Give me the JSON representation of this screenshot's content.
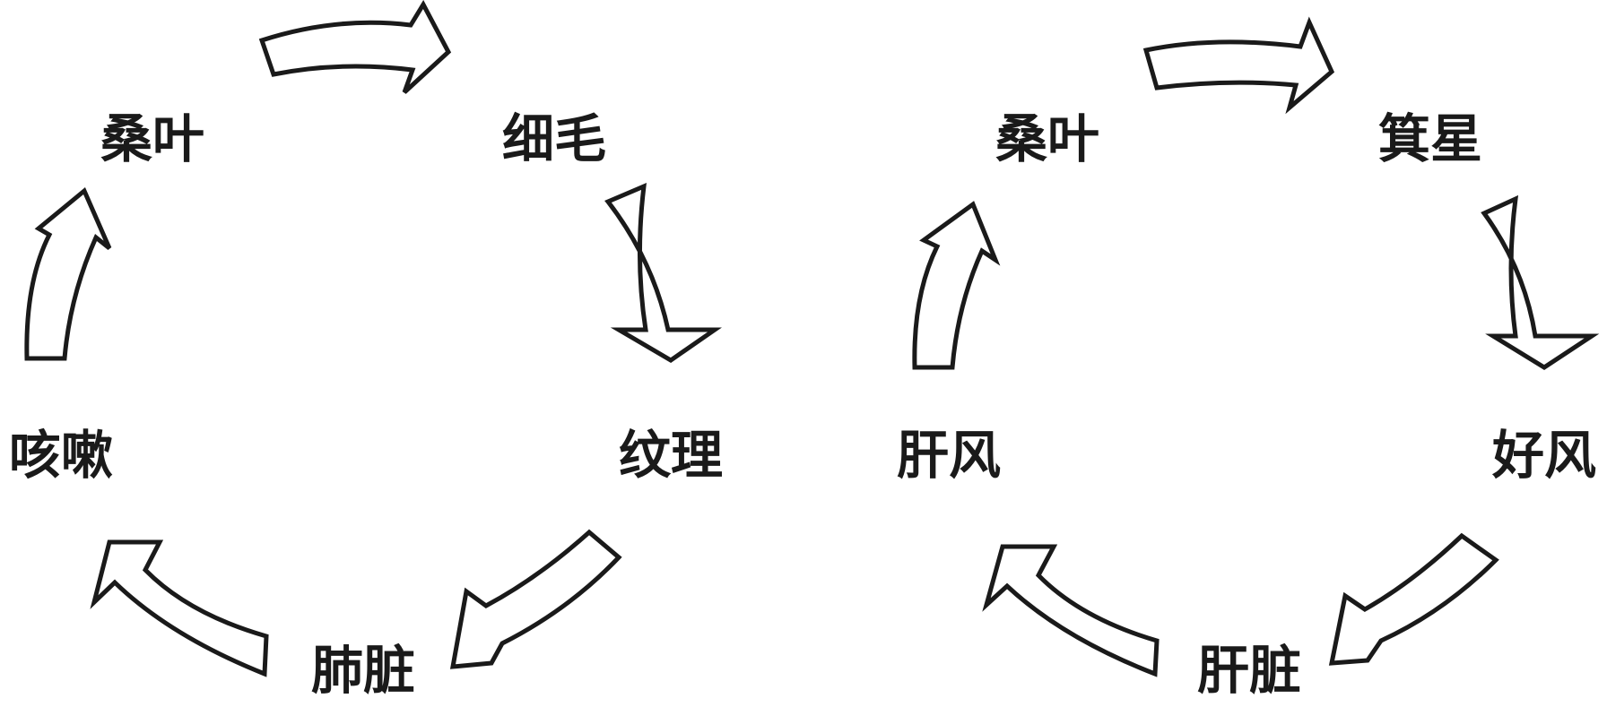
{
  "diagrams": [
    {
      "nodes": [
        "桑叶",
        "细毛",
        "纹理",
        "肺脏",
        "咳嗽"
      ]
    },
    {
      "nodes": [
        "桑叶",
        "箕星",
        "好风",
        "肝脏",
        "肝风"
      ]
    }
  ],
  "style": {
    "text_color": "#1a1a1a",
    "arrow_fill": "#ffffff",
    "arrow_stroke": "#1a1a1a"
  }
}
